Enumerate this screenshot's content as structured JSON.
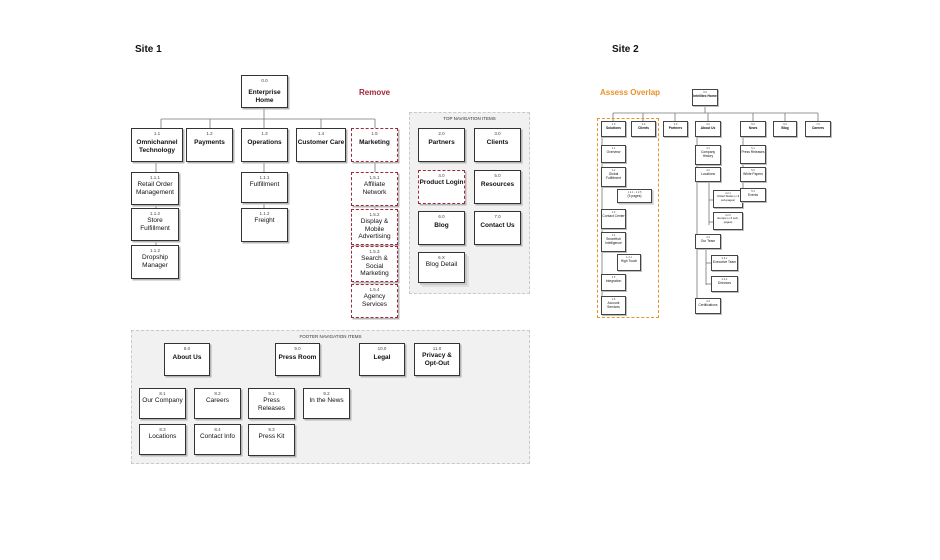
{
  "colors": {
    "remove": "#a3263a",
    "assess": "#e8922a",
    "panel_bg": "#f1f1f1"
  },
  "site1": {
    "title": "Site 1",
    "remove_label": "Remove",
    "home": {
      "num": "0.0",
      "label": "Enterprise Home"
    },
    "main": [
      {
        "num": "1.1",
        "label": "Omnichannel Technology"
      },
      {
        "num": "1.2",
        "label": "Payments"
      },
      {
        "num": "1.3",
        "label": "Operations"
      },
      {
        "num": "1.4",
        "label": "Customer Care"
      },
      {
        "num": "1.5",
        "label": "Marketing"
      }
    ],
    "omni_children": [
      {
        "num": "1.1.1",
        "label": "Retail Order Management"
      },
      {
        "num": "1.1.2",
        "label": "Store Fulfillment"
      },
      {
        "num": "1.1.2",
        "label": "Dropship Manager"
      }
    ],
    "ops_children": [
      {
        "num": "1.1.1",
        "label": "Fulfillment"
      },
      {
        "num": "1.1.2",
        "label": "Freight"
      }
    ],
    "marketing_children": [
      {
        "num": "1.5.1",
        "label": "Affiliate Network"
      },
      {
        "num": "1.5.2",
        "label": "Display & Mobile Advertising"
      },
      {
        "num": "1.5.3",
        "label": "Search & Social Marketing"
      },
      {
        "num": "1.5.4",
        "label": "Agency Services"
      }
    ],
    "top_nav": {
      "title": "TOP NAVIGATION ITEMS",
      "items": [
        {
          "num": "2.0",
          "label": "Partners"
        },
        {
          "num": "3.0",
          "label": "Clients"
        },
        {
          "num": "4.0",
          "label": "Product Login"
        },
        {
          "num": "5.0",
          "label": "Resources"
        },
        {
          "num": "6.0",
          "label": "Blog"
        },
        {
          "num": "7.0",
          "label": "Contact Us"
        }
      ],
      "blog_detail": {
        "num": "6.X",
        "label": "Blog Detail"
      }
    },
    "footer": {
      "title": "FOOTER NAVIGATION ITEMS",
      "items": [
        {
          "num": "8.0",
          "label": "About Us"
        },
        {
          "num": "9.0",
          "label": "Press Room"
        },
        {
          "num": "10.0",
          "label": "Legal"
        },
        {
          "num": "11.0",
          "label": "Privacy & Opt-Out"
        }
      ],
      "about_children": [
        {
          "num": "8.1",
          "label": "Our Company"
        },
        {
          "num": "8.2",
          "label": "Careers"
        },
        {
          "num": "8.3",
          "label": "Locations"
        },
        {
          "num": "8.4",
          "label": "Contact Info"
        }
      ],
      "press_children": [
        {
          "num": "9.1",
          "label": "Press Releases"
        },
        {
          "num": "9.2",
          "label": "In the News"
        },
        {
          "num": "9.3",
          "label": "Press Kit"
        }
      ]
    }
  },
  "site2": {
    "title": "Site 2",
    "assess_label": "Assess Overlap",
    "home": {
      "num": "0.0",
      "label": "Intellitec Home"
    },
    "main": [
      {
        "num": "1.0",
        "label": "Solutions"
      },
      {
        "num": "2.0",
        "label": "Clients"
      },
      {
        "num": "3.0",
        "label": "Partners"
      },
      {
        "num": "4.0",
        "label": "About Us"
      },
      {
        "num": "5.0",
        "label": "News"
      },
      {
        "num": "6.0",
        "label": "Blog"
      },
      {
        "num": "7.0",
        "label": "Careers"
      }
    ],
    "solutions_children": [
      {
        "num": "1.1",
        "label": "Overview"
      },
      {
        "num": "1.2",
        "label": "Global Fulfillment"
      },
      {
        "num": "1.2.1 - 1.2.5",
        "label": "(5 pages)"
      },
      {
        "num": "1.3",
        "label": "Contact Center"
      },
      {
        "num": "1.4",
        "label": "SmartHub Intelligence"
      },
      {
        "num": "1.4.1",
        "label": "High Touch"
      },
      {
        "num": "1.5",
        "label": "Integration"
      },
      {
        "num": "1.6",
        "label": "Account Services"
      }
    ],
    "about_children": [
      {
        "num": "4.1",
        "label": "Company History"
      },
      {
        "num": "4.2",
        "label": "Locations"
      },
      {
        "num": "4.2.1",
        "label": "United States (+ 9 sub-pages)"
      },
      {
        "num": "4.2.2",
        "label": "Europe (+ 6 sub-pages)"
      },
      {
        "num": "4.3",
        "label": "Our Team"
      },
      {
        "num": "4.3.1",
        "label": "Executive Team"
      },
      {
        "num": "4.3.2",
        "label": "Directors"
      },
      {
        "num": "4.4",
        "label": "Certifications"
      }
    ],
    "news_children": [
      {
        "num": "5.1",
        "label": "Press Releases"
      },
      {
        "num": "5.2",
        "label": "White Papers"
      },
      {
        "num": "5.3",
        "label": "Events"
      }
    ]
  }
}
